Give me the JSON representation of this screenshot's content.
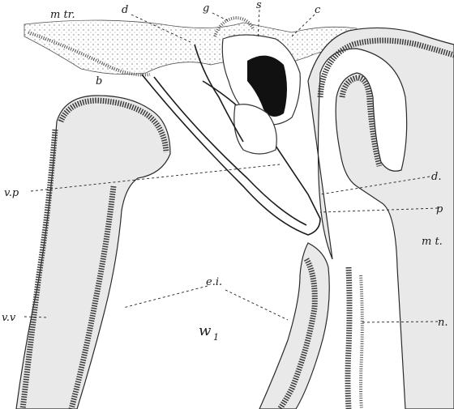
{
  "figure": {
    "labels": {
      "mtr": "m tr.",
      "d_top": "d",
      "g": "g",
      "s": "s",
      "c": "c",
      "b": "b",
      "d_right": "d.",
      "vp": "v.p",
      "p": "p",
      "mt": "m t.",
      "ei": "e.i.",
      "vv": "v.v",
      "w1": "w",
      "w1_sub": "1",
      "n": "n."
    }
  }
}
